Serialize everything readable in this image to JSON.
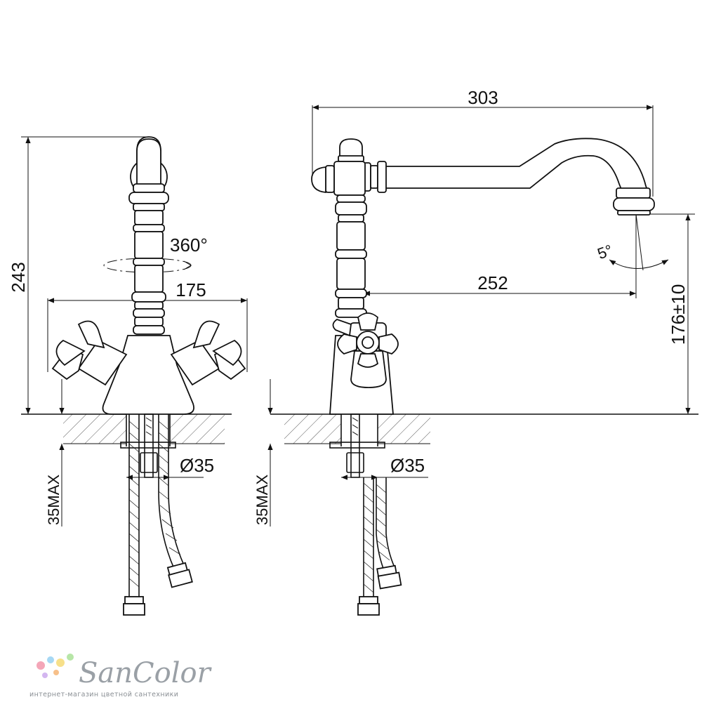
{
  "dimensions": {
    "left_height": "243",
    "left_width": "175",
    "rotation": "360°",
    "left_counter_depth": "35MAX",
    "left_hole_diameter": "Ø35",
    "right_reach": "303",
    "right_spout_reach": "252",
    "right_spout_angle": "5°",
    "right_spout_height": "176±10",
    "right_counter_depth": "35MAX",
    "right_hole_diameter": "Ø35"
  },
  "brand": {
    "name": "SanColor",
    "tagline": "интернет-магазин цветной сантехники",
    "dot_colors": [
      "#f4a6b8",
      "#a6d8f4",
      "#f7e08a",
      "#b7e6a7",
      "#d3b6f0",
      "#f7c08a"
    ]
  }
}
